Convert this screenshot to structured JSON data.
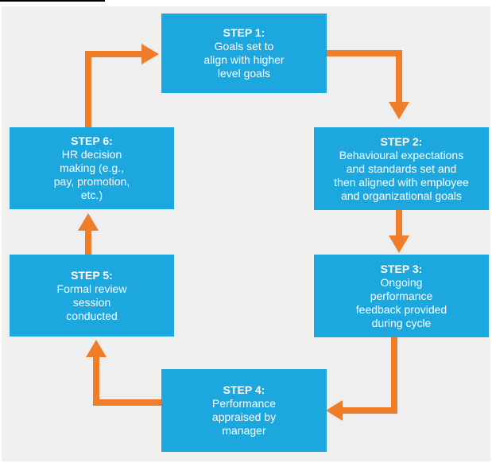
{
  "colors": {
    "box_fill": "#1ca7de",
    "box_text": "#ffffff",
    "arrow": "#f07d2a",
    "background": "#efefef"
  },
  "steps": [
    {
      "title": "STEP 1:",
      "text": "Goals set to\nalign with higher\nlevel goals"
    },
    {
      "title": "STEP 2:",
      "text": "Behavioural expectations\nand standards set and\nthen aligned with employee\nand organizational goals"
    },
    {
      "title": "STEP 3:",
      "text": "Ongoing\nperformance\nfeedback provided\nduring cycle"
    },
    {
      "title": "STEP 4:",
      "text": "Performance\nappraised by\nmanager"
    },
    {
      "title": "STEP 5:",
      "text": "Formal review\nsession\nconducted"
    },
    {
      "title": "STEP 6:",
      "text": "HR decision\nmaking (e.g.,\npay, promotion,\netc.)"
    }
  ]
}
